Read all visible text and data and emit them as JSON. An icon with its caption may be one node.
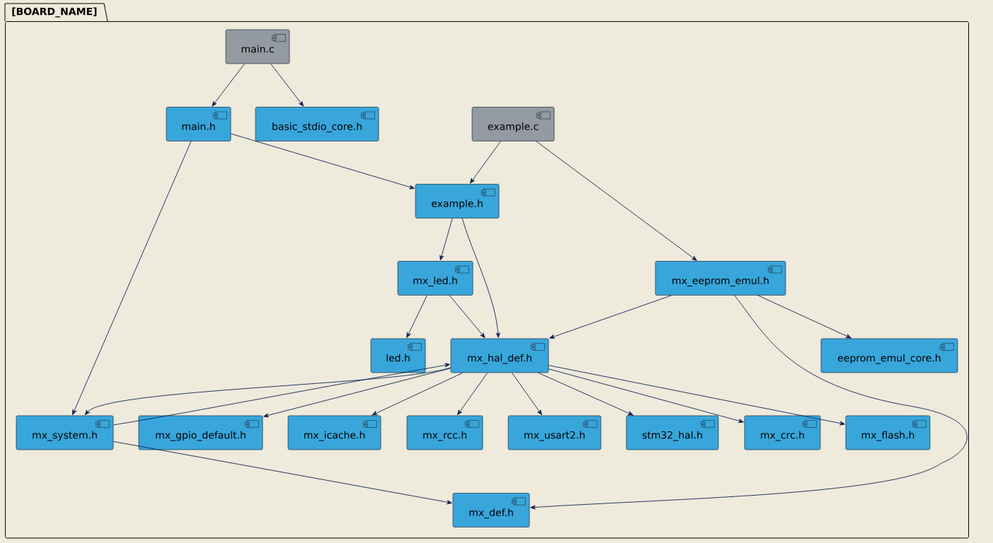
{
  "diagram": {
    "nodes": [
      {
        "text": [
          "[BOARD_NAME]"
        ]
      },
      {
        "text": [
          "main.c"
        ],
        "in": 0
      },
      {
        "text": [
          "main.h"
        ],
        "in": 0
      },
      {
        "text": [
          "basic_stdio_core.h"
        ],
        "in": 0
      },
      {
        "text": [
          "example.c"
        ],
        "in": 0
      },
      {
        "text": [
          "example.h"
        ],
        "in": 0
      },
      {
        "text": [
          "mx_led.h"
        ],
        "in": 0
      },
      {
        "text": [
          "mx_eeprom_emul.h"
        ],
        "in": 0
      },
      {
        "text": [
          "led.h"
        ],
        "in": 0
      },
      {
        "text": [
          "mx_hal_def.h"
        ],
        "in": 0
      },
      {
        "text": [
          "eeprom_emul_core.h"
        ],
        "in": 0
      },
      {
        "text": [
          "mx_system.h"
        ],
        "in": 0
      },
      {
        "text": [
          "mx_gpio_default.h"
        ],
        "in": 0
      },
      {
        "text": [
          "mx_icache.h"
        ],
        "in": 0
      },
      {
        "text": [
          "mx_rcc.h"
        ],
        "in": 0
      },
      {
        "text": [
          "mx_usart2.h"
        ],
        "in": 0
      },
      {
        "text": [
          "stm32_hal.h"
        ],
        "in": 0
      },
      {
        "text": [
          "mx_crc.h"
        ],
        "in": 0
      },
      {
        "text": [
          "mx_flash.h"
        ],
        "in": 0
      },
      {
        "text": [
          "mx_def.h"
        ],
        "in": 0
      }
    ],
    "edges": [
      {
        "from": 1,
        "to": 2,
        "arrow": "to"
      },
      {
        "from": 1,
        "to": 3,
        "arrow": "to"
      },
      {
        "from": 2,
        "to": 5,
        "arrow": "to"
      },
      {
        "from": 2,
        "to": 11,
        "arrow": "to"
      },
      {
        "from": 4,
        "to": 5,
        "arrow": "to"
      },
      {
        "from": 4,
        "to": 7,
        "arrow": "to"
      },
      {
        "from": 5,
        "to": 6,
        "arrow": "to"
      },
      {
        "from": 5,
        "to": 9,
        "arrow": "to"
      },
      {
        "from": 6,
        "to": 8,
        "arrow": "to"
      },
      {
        "from": 6,
        "to": 9,
        "arrow": "to"
      },
      {
        "from": 7,
        "to": 9,
        "arrow": "to"
      },
      {
        "from": 7,
        "to": 10,
        "arrow": "to"
      },
      {
        "from": 7,
        "to": 19,
        "arrow": "to"
      },
      {
        "from": 9,
        "to": 11,
        "arrow": "to"
      },
      {
        "from": 9,
        "to": 12,
        "arrow": "to"
      },
      {
        "from": 9,
        "to": 13,
        "arrow": "to"
      },
      {
        "from": 9,
        "to": 14,
        "arrow": "to"
      },
      {
        "from": 9,
        "to": 15,
        "arrow": "to"
      },
      {
        "from": 9,
        "to": 16,
        "arrow": "to"
      },
      {
        "from": 9,
        "to": 17,
        "arrow": "to"
      },
      {
        "from": 9,
        "to": 18,
        "arrow": "to"
      },
      {
        "from": 11,
        "to": 9,
        "arrow": "to"
      },
      {
        "from": 11,
        "to": 19,
        "arrow": "to"
      }
    ]
  }
}
